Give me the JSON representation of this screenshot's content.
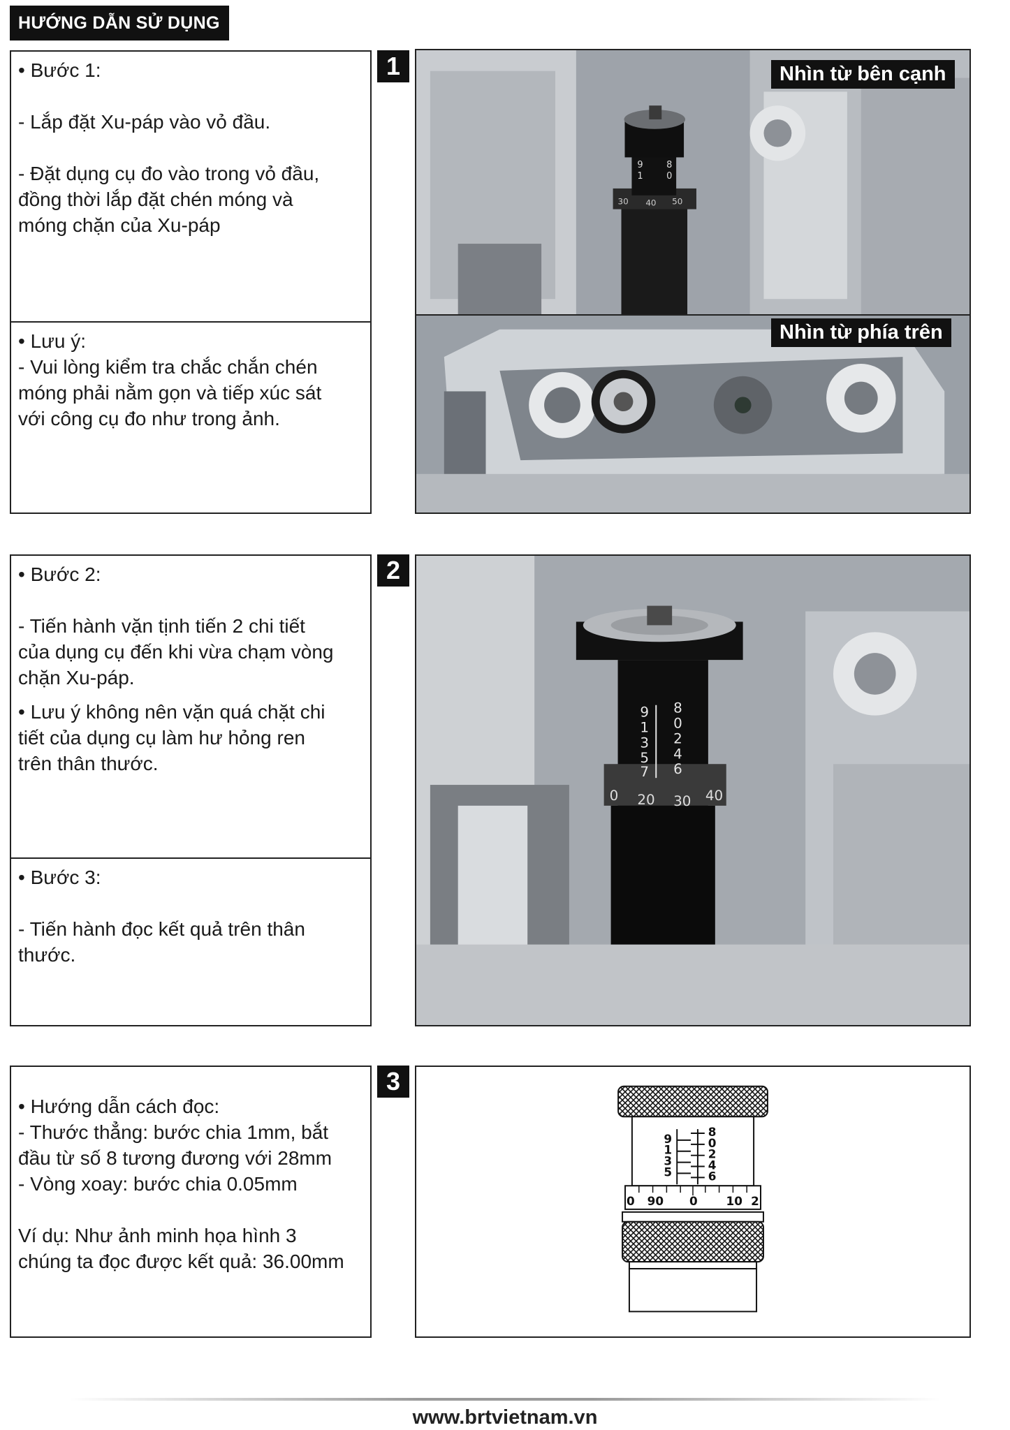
{
  "header": {
    "title": "HƯỚNG DẪN SỬ DỤNG"
  },
  "step1": {
    "badge": "1",
    "lines": [
      "•  Bước 1:",
      "",
      "-  Lắp đặt Xu-páp vào vỏ đầu.",
      "",
      "-  Đặt dụng cụ đo vào trong vỏ đầu,",
      "đồng thời lắp đặt chén móng và",
      "móng chặn của Xu-páp"
    ],
    "note_lines": [
      "•  Lưu ý:",
      "-  Vui lòng kiểm tra chắc chắn chén",
      "móng phải nằm gọn và tiếp xúc sát",
      "với công cụ đo như trong ảnh."
    ],
    "caption_side": "Nhìn từ bên cạnh",
    "caption_top": "Nhìn từ phía trên"
  },
  "step2": {
    "badge": "2",
    "lines": [
      "• Bước 2:",
      "",
      "-  Tiến hành vặn tịnh tiến 2 chi tiết",
      "của dụng cụ đến khi vừa chạm vòng",
      "chặn Xu-páp."
    ],
    "note_lines": [
      "•  Lưu ý không nên vặn quá chặt chi",
      "tiết của dụng cụ làm hư hỏng ren",
      "trên thân thước."
    ],
    "scale_left": [
      "9",
      "1",
      "3",
      "5",
      "7"
    ],
    "scale_right": [
      "8",
      "0",
      "2",
      "4",
      "6"
    ],
    "ring": [
      "0",
      "20",
      "30",
      "40"
    ]
  },
  "step3": {
    "lines": [
      "•  Bước 3:",
      "",
      "-  Tiến hành đọc kết quả trên thân",
      "thước."
    ]
  },
  "step4": {
    "badge": "3",
    "lines": [
      "•  Hướng dẫn cách đọc:",
      "-  Thước thẳng: bước chia 1mm, bắt",
      "đầu từ số 8 tương đương với 28mm",
      "-  Vòng xoay: bước chia 0.05mm",
      "",
      "Ví dụ: Như ảnh minh họa hình 3",
      "chúng ta đọc được kết quả: 36.00mm"
    ],
    "diagram": {
      "scale_left": [
        "9",
        "1",
        "3",
        "5"
      ],
      "scale_right": [
        "8",
        "0",
        "2",
        "4",
        "6"
      ],
      "ring": [
        "0",
        "90",
        "0",
        "10",
        "2"
      ]
    }
  },
  "footer": {
    "url": "www.brtvietnam.vn"
  }
}
